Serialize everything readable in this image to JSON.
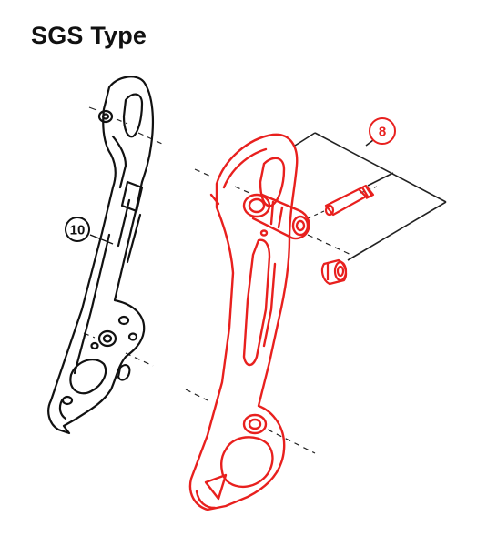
{
  "title": "SGS Type",
  "callouts": {
    "outer_plate": "8",
    "inner_plate": "10"
  },
  "colors": {
    "outer_plate": "#e8201e",
    "inner_plate": "#111111",
    "leader": "#222222"
  }
}
